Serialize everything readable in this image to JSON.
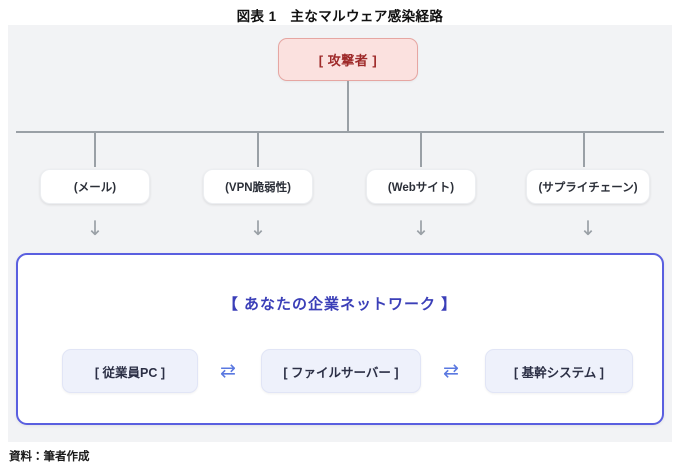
{
  "figure": {
    "title": "図表 1　主なマルウェア感染経路",
    "source_note": "資料：筆者作成"
  },
  "colors": {
    "canvas_bg": "#f2f3f5",
    "attacker_fill": "#fbe1df",
    "attacker_border": "#e6a6a2",
    "attacker_text": "#9e2a2a",
    "connector_line": "#9aa0a6",
    "vector_fill": "#ffffff",
    "vector_text": "#2b2f38",
    "panel_border": "#5a5fe0",
    "panel_fill": "#ffffff",
    "panel_title_text": "#3b3fb8",
    "asset_fill": "#eef1fb",
    "asset_text": "#2b2f45",
    "exchange_arrow": "#5a78e0"
  },
  "attacker": {
    "label": "[ 攻撃者 ]"
  },
  "vectors": [
    {
      "label": "(メール)"
    },
    {
      "label": "(VPN脆弱性)"
    },
    {
      "label": "(Webサイト)"
    },
    {
      "label": "(サプライチェーン)"
    }
  ],
  "infection_arrows": [
    {
      "glyph": "↓"
    },
    {
      "glyph": "↓"
    },
    {
      "glyph": "↓"
    },
    {
      "glyph": "↓"
    }
  ],
  "network_panel": {
    "title": "【 あなたの企業ネットワーク 】",
    "assets": [
      {
        "label": "[ 従業員PC ]"
      },
      {
        "label": "[ ファイルサーバー ]"
      },
      {
        "label": "[ 基幹システム ]"
      }
    ],
    "exchange_arrows": [
      {
        "glyph": "⇄"
      },
      {
        "glyph": "⇄"
      }
    ]
  }
}
